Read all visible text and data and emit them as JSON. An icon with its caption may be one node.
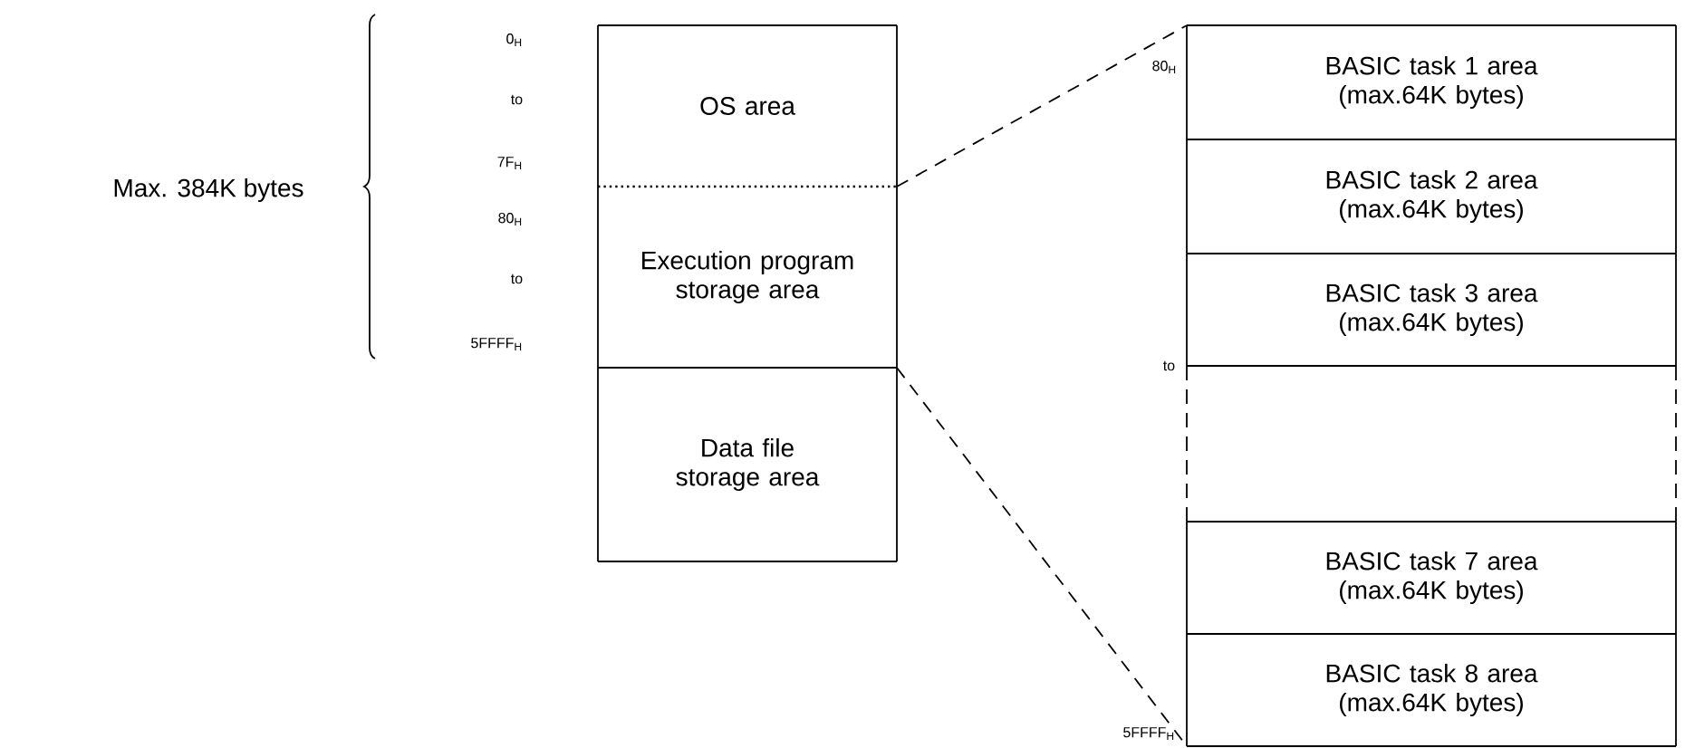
{
  "diagram": {
    "nodes": [
      {
        "text": [
          "OS area"
        ]
      },
      {
        "text": [
          "Execution program storage area"
        ]
      },
      {
        "text": [
          "Data file storage area"
        ]
      },
      {
        "text": [
          "BASIC task 1 area (max.64K bytes)"
        ]
      },
      {
        "text": [
          "BASIC task 2 area (max.64K bytes)"
        ]
      },
      {
        "text": [
          "BASIC task 3 area (max.64K bytes)"
        ]
      },
      {
        "text": [],
        "shape": "box"
      },
      {
        "text": [
          "BASIC task 7 area (max.64K bytes)"
        ]
      },
      {
        "text": [
          "BASIC task 8 area (max.64K bytes)"
        ]
      }
    ],
    "edges": [
      {
        "from": 1,
        "to": 3,
        "arrow": "none",
        "style": "dashed"
      },
      {
        "from": 1,
        "to": 8,
        "arrow": "none",
        "style": "dashed"
      }
    ],
    "labels": [
      "Max. 384K bytes",
      "0$_{H}$",
      "to",
      "7F$_{H}$",
      "80$_{H}$",
      "to",
      "5FFFF$_{H}$",
      "80$_{H}$",
      "to",
      "5FFFF$_{H}$"
    ]
  }
}
